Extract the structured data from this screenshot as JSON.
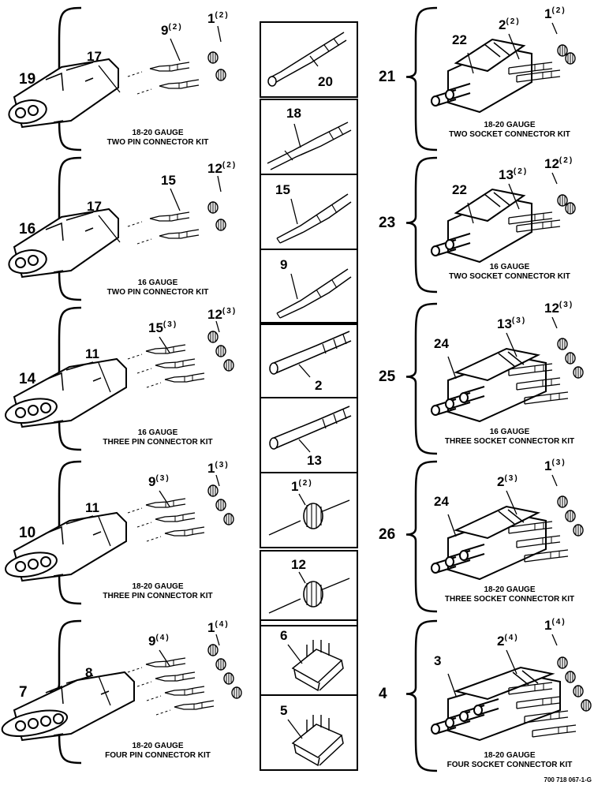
{
  "left_kits": [
    {
      "kit_no": "19",
      "housing_no": "17",
      "terminal_no": "9",
      "terminal_qty": "(2)",
      "seal_no": "1",
      "seal_qty": "(2)",
      "caption_1": "18-20 GAUGE",
      "caption_2": "TWO PIN CONNECTOR KIT"
    },
    {
      "kit_no": "16",
      "housing_no": "17",
      "terminal_no": "15",
      "terminal_qty": "",
      "seal_no": "12",
      "seal_qty": "(2)",
      "caption_1": "16 GAUGE",
      "caption_2": "TWO PIN CONNECTOR KIT"
    },
    {
      "kit_no": "14",
      "housing_no": "11",
      "terminal_no": "15",
      "terminal_qty": "(3)",
      "seal_no": "12",
      "seal_qty": "(3)",
      "caption_1": "16 GAUGE",
      "caption_2": "THREE PIN CONNECTOR KIT"
    },
    {
      "kit_no": "10",
      "housing_no": "11",
      "terminal_no": "9",
      "terminal_qty": "(3)",
      "seal_no": "1",
      "seal_qty": "(3)",
      "caption_1": "18-20 GAUGE",
      "caption_2": "THREE PIN CONNECTOR KIT"
    },
    {
      "kit_no": "7",
      "housing_no": "8",
      "terminal_no": "9",
      "terminal_qty": "(4)",
      "seal_no": "1",
      "seal_qty": "(4)",
      "caption_1": "18-20 GAUGE",
      "caption_2": "FOUR PIN CONNECTOR KIT"
    }
  ],
  "right_kits": [
    {
      "kit_no": "21",
      "housing_no": "22",
      "terminal_no": "2",
      "terminal_qty": "(2)",
      "seal_no": "1",
      "seal_qty": "(2)",
      "caption_1": "18-20 GAUGE",
      "caption_2": "TWO SOCKET CONNECTOR KIT"
    },
    {
      "kit_no": "23",
      "housing_no": "22",
      "terminal_no": "13",
      "terminal_qty": "(2)",
      "seal_no": "12",
      "seal_qty": "(2)",
      "caption_1": "16 GAUGE",
      "caption_2": "TWO SOCKET CONNECTOR KIT"
    },
    {
      "kit_no": "25",
      "housing_no": "24",
      "terminal_no": "13",
      "terminal_qty": "(3)",
      "seal_no": "12",
      "seal_qty": "(3)",
      "caption_1": "16 GAUGE",
      "caption_2": "THREE SOCKET CONNECTOR KIT"
    },
    {
      "kit_no": "26",
      "housing_no": "24",
      "terminal_no": "2",
      "terminal_qty": "(3)",
      "seal_no": "1",
      "seal_qty": "(3)",
      "caption_1": "18-20 GAUGE",
      "caption_2": "THREE SOCKET CONNECTOR KIT"
    },
    {
      "kit_no": "4",
      "housing_no": "3",
      "terminal_no": "2",
      "terminal_qty": "(4)",
      "seal_no": "1",
      "seal_qty": "(4)",
      "caption_1": "18-20 GAUGE",
      "caption_2": "FOUR SOCKET CONNECTOR KIT"
    }
  ],
  "center_parts": [
    {
      "part_no": "20",
      "qty": ""
    },
    {
      "part_no": "18",
      "qty": ""
    },
    {
      "part_no": "15",
      "qty": ""
    },
    {
      "part_no": "9",
      "qty": ""
    },
    {
      "part_no": "2",
      "qty": ""
    },
    {
      "part_no": "13",
      "qty": ""
    },
    {
      "part_no": "1",
      "qty": "(2)"
    },
    {
      "part_no": "12",
      "qty": ""
    },
    {
      "part_no": "6",
      "qty": ""
    },
    {
      "part_no": "5",
      "qty": ""
    }
  ],
  "drawing_number": "700 718 067-1-G"
}
